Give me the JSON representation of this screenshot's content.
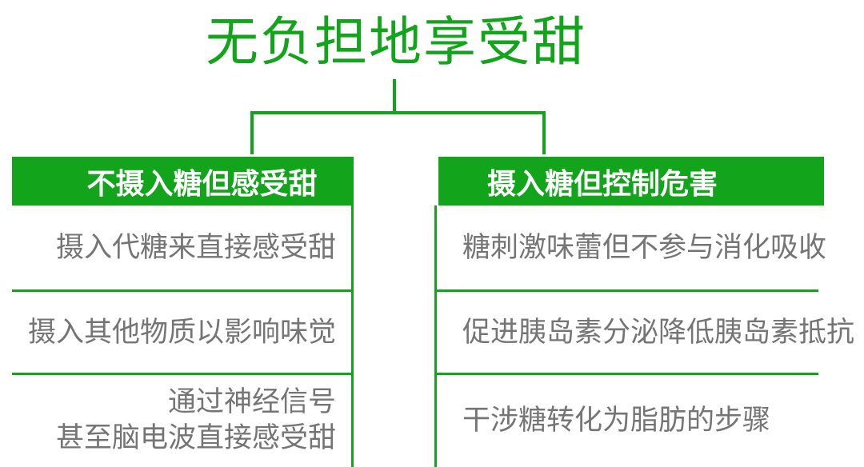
{
  "title": "无负担地享受甜",
  "colors": {
    "green": "#12a41a",
    "body_text_gray": "#757575",
    "header_text": "#ffffff",
    "background": "#ffffff"
  },
  "columns": [
    {
      "header": "不摄入糖但感受甜",
      "rows": [
        "摄入代糖来直接感受甜",
        "摄入其他物质以影响味觉",
        "通过神经信号\n甚至脑电波直接感受甜"
      ]
    },
    {
      "header": "摄入糖但控制危害",
      "rows": [
        "糖刺激味蕾但不参与消化吸收",
        "促进胰岛素分泌降低胰岛素抵抗",
        "干涉糖转化为脂肪的步骤"
      ]
    }
  ]
}
